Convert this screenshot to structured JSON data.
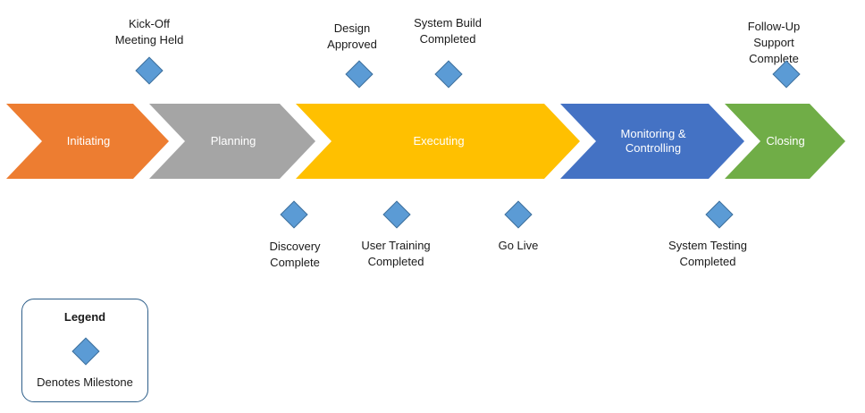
{
  "colors": {
    "initiating": "#ed7d31",
    "planning": "#a5a5a5",
    "executing": "#ffc000",
    "monitoring": "#4472c4",
    "closing": "#70ad47",
    "milestone": "#5b9bd5"
  },
  "phases": [
    {
      "label": "Initiating"
    },
    {
      "label": "Planning"
    },
    {
      "label": "Executing"
    },
    {
      "label": "Monitoring &\nControlling"
    },
    {
      "label": "Closing"
    }
  ],
  "milestones_above": [
    {
      "label": "Kick-Off\nMeeting Held"
    },
    {
      "label": "Design\nApproved"
    },
    {
      "label": "System Build\nCompleted"
    },
    {
      "label": "Follow-Up Support\nComplete"
    }
  ],
  "milestones_below": [
    {
      "label": "Discovery\nComplete"
    },
    {
      "label": "User Training\nCompleted"
    },
    {
      "label": "Go Live"
    },
    {
      "label": "System Testing\nCompleted"
    }
  ],
  "legend": {
    "title": "Legend",
    "item_label": "Denotes Milestone",
    "item_icon": "diamond-icon"
  }
}
